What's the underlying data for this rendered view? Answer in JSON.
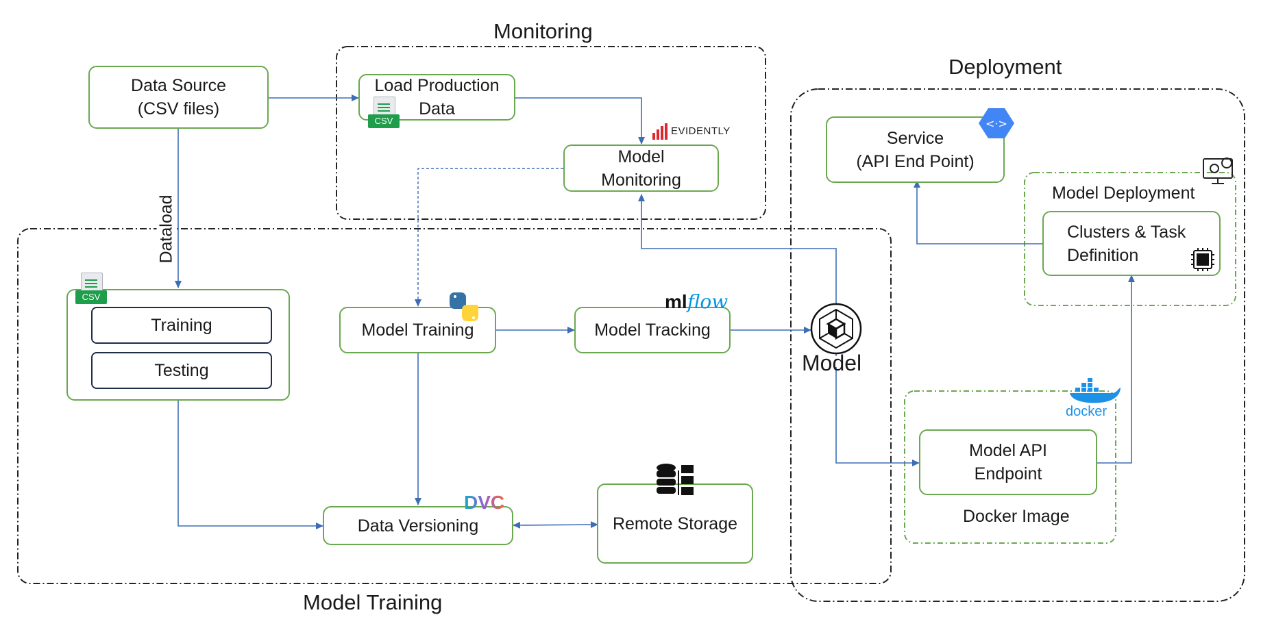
{
  "regions": {
    "monitoring": "Monitoring",
    "deployment": "Deployment",
    "model_training": "Model Training"
  },
  "nodes": {
    "data_source": "Data Source\n(CSV files)",
    "load_production": "Load Production\nData",
    "model_monitoring": "Model\nMonitoring",
    "training": "Training",
    "testing": "Testing",
    "model_training": "Model Training",
    "model_tracking": "Model Tracking",
    "data_versioning": "Data Versioning",
    "remote_storage": "Remote Storage",
    "service": "Service\n(API End Point)",
    "model_deployment": "Model Deployment",
    "clusters": "Clusters & Task\nDefinition",
    "model_api": "Model API\nEndpoint",
    "docker_image": "Docker Image",
    "model": "Model"
  },
  "edge_labels": {
    "dataload": "Dataload"
  },
  "badges": {
    "csv": "CSV",
    "evidently": "EVIDENTLY",
    "mlflow_ml": "ml",
    "mlflow_flow": "flow",
    "docker": "docker",
    "dvc": "DVC"
  },
  "colors": {
    "node_border": "#6aa84f",
    "arrow": "#3d6db5",
    "region_border": "#222222",
    "evidently_red": "#e0262f",
    "mlflow_blue": "#0194e2",
    "docker_blue": "#1d91e6",
    "gcp_blue": "#4285f4",
    "csv_green": "#1e9e4a"
  }
}
